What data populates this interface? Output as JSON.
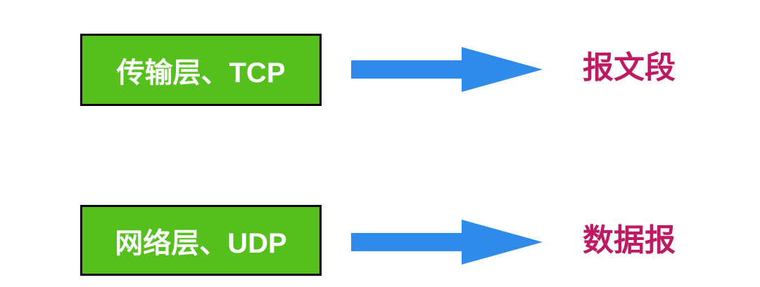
{
  "colors": {
    "background": "#FFFFFF",
    "box_fill": "#55BF1E",
    "box_border": "#000000",
    "box_text": "#FFFFFF",
    "arrow": "#2E8BE9",
    "label": "#BD1A63"
  },
  "icons": {
    "arrow": "right-block-arrow"
  },
  "rows": [
    {
      "box_label": "传输层、TCP",
      "result_label": "报文段"
    },
    {
      "box_label": "网络层、UDP",
      "result_label": "数据报"
    }
  ]
}
